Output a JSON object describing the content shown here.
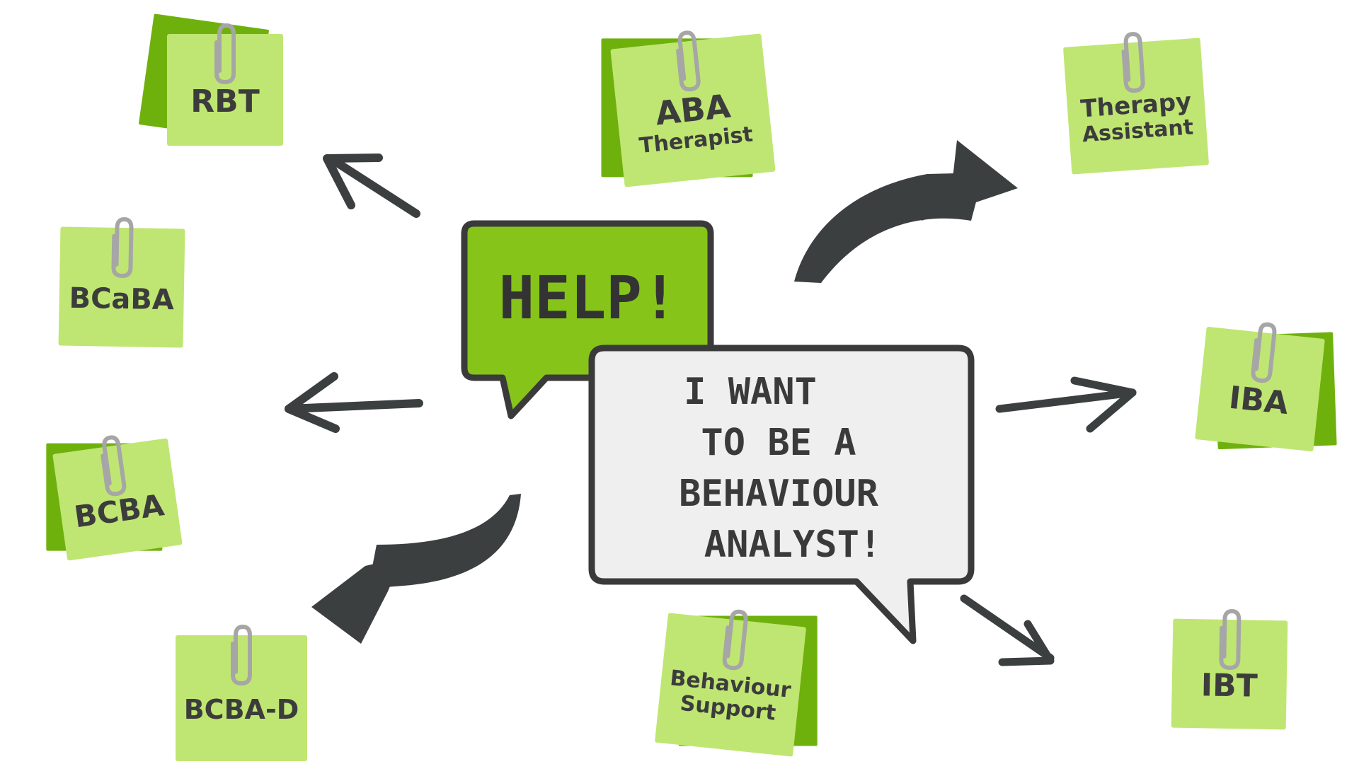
{
  "help_bubble": {
    "text": "HELP!",
    "fill": "#86c41a"
  },
  "goal_bubble": {
    "lines": [
      "I WANT",
      "TO BE A",
      "BEHAVIOUR",
      "ANALYST!"
    ],
    "fill": "#efefef"
  },
  "roles": [
    {
      "id": "rbt",
      "lines": [
        "RBT"
      ]
    },
    {
      "id": "aba-therapist",
      "lines": [
        "ABA",
        "Therapist"
      ]
    },
    {
      "id": "therapy-assistant",
      "lines": [
        "Therapy",
        "Assistant"
      ]
    },
    {
      "id": "bcaba",
      "lines": [
        "BCaBA"
      ]
    },
    {
      "id": "bcba",
      "lines": [
        "BCBA"
      ]
    },
    {
      "id": "iba",
      "lines": [
        "IBA"
      ]
    },
    {
      "id": "bcba-d",
      "lines": [
        "BCBA-D"
      ]
    },
    {
      "id": "behaviour-support",
      "lines": [
        "Behaviour",
        "Support"
      ]
    },
    {
      "id": "ibt",
      "lines": [
        "IBT"
      ]
    }
  ],
  "colors": {
    "note_light": "#bfe672",
    "note_dark": "#6fb10c",
    "arrow": "#3b3f3f",
    "outline": "#3a3a3a",
    "clip": "#a6a6a6"
  },
  "icons": {
    "note_clip": "paperclip-icon",
    "arrow": "arrow-icon"
  }
}
